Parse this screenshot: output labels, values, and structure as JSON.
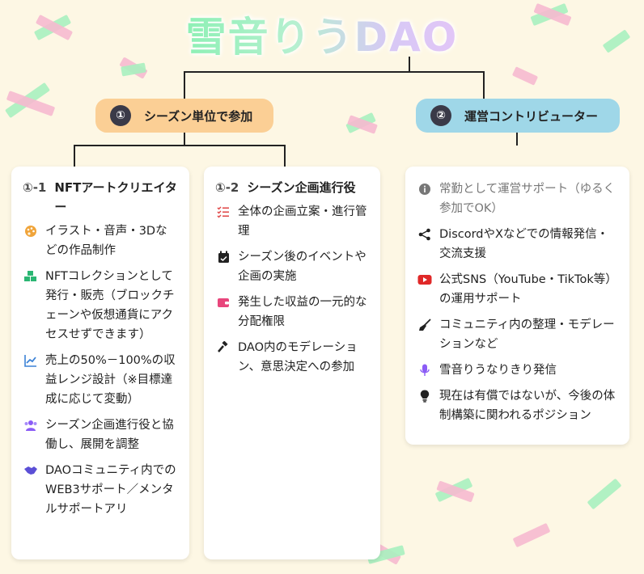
{
  "title": "雪音りうDAO",
  "branches": [
    {
      "num": "①",
      "label": "シーズン単位で参加",
      "color": "#fbcf95"
    },
    {
      "num": "②",
      "label": "運営コントリビューター",
      "color": "#9fd7e8"
    }
  ],
  "cards": [
    {
      "code": "①-1",
      "title": "NFTアートクリエイター",
      "items": [
        {
          "icon": "palette-icon",
          "text": "イラスト・音声・3Dなどの作品制作"
        },
        {
          "icon": "cubes-icon",
          "text": "NFTコレクションとして発行・販売（ブロックチェーンや仮想通貨にアクセスせずできます）"
        },
        {
          "icon": "chart-line-icon",
          "text": "売上の50%－100%の収益レンジ設計（※目標達成に応じて変動）"
        },
        {
          "icon": "users-icon",
          "text": "シーズン企画進行役と協働し、展開を調整"
        },
        {
          "icon": "handshake-icon",
          "text": "DAOコミュニティ内でのWEB3サポート／メンタルサポートアリ"
        }
      ]
    },
    {
      "code": "①-2",
      "title": "シーズン企画進行役",
      "items": [
        {
          "icon": "checklist-icon",
          "text": "全体の企画立案・進行管理"
        },
        {
          "icon": "calendar-icon",
          "text": "シーズン後のイベントや企画の実施"
        },
        {
          "icon": "wallet-icon",
          "text": "発生した収益の一元的な分配権限"
        },
        {
          "icon": "gavel-icon",
          "text": "DAO内のモデレーション、意思決定への参加"
        }
      ]
    },
    {
      "code": "",
      "title": "",
      "items": [
        {
          "icon": "info-icon",
          "text": "常勤として運営サポート（ゆるく参加でOK）",
          "muted": true
        },
        {
          "icon": "share-icon",
          "text": "DiscordやXなどでの情報発信・交流支援"
        },
        {
          "icon": "youtube-icon",
          "text": "公式SNS（YouTube・TikTok等）の運用サポート"
        },
        {
          "icon": "broom-icon",
          "text": "コミュニティ内の整理・モデレーションなど"
        },
        {
          "icon": "microphone-icon",
          "text": "雪音りうなりきり発信"
        },
        {
          "icon": "lightbulb-icon",
          "text": "現在は有償ではないが、今後の体制構築に関われるポジション"
        }
      ]
    }
  ]
}
